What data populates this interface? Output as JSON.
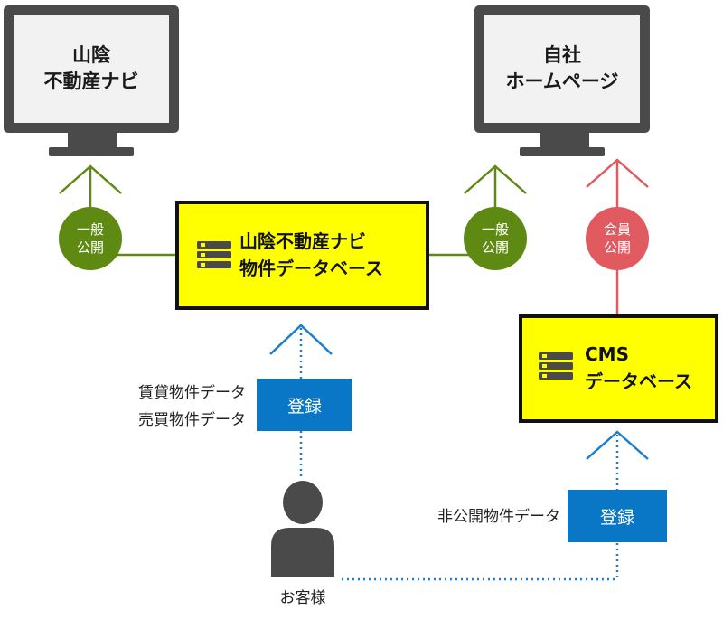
{
  "monitors": {
    "left": {
      "line1": "山陰",
      "line2": "不動産ナビ"
    },
    "right": {
      "line1": "自社",
      "line2": "ホームページ"
    }
  },
  "databases": {
    "main": {
      "line1": "山陰不動産ナビ",
      "line2": "物件データベース"
    },
    "cms": {
      "line1": "CMS",
      "line2": "データベース"
    }
  },
  "badges": {
    "left_public": {
      "line1": "一般",
      "line2": "公開"
    },
    "right_public": {
      "line1": "一般",
      "line2": "公開"
    },
    "member": {
      "line1": "会員",
      "line2": "公開"
    }
  },
  "buttons": {
    "register_main": "登録",
    "register_cms": "登録"
  },
  "labels": {
    "rental": "賃貸物件データ",
    "sale": "売買物件データ",
    "private": "非公開物件データ",
    "customer": "お客様"
  },
  "colors": {
    "green": "#5e8a14",
    "red": "#e05a5f",
    "blue": "#1a7fcf",
    "yellow": "#ffff00",
    "dark": "#4a4a4a"
  }
}
